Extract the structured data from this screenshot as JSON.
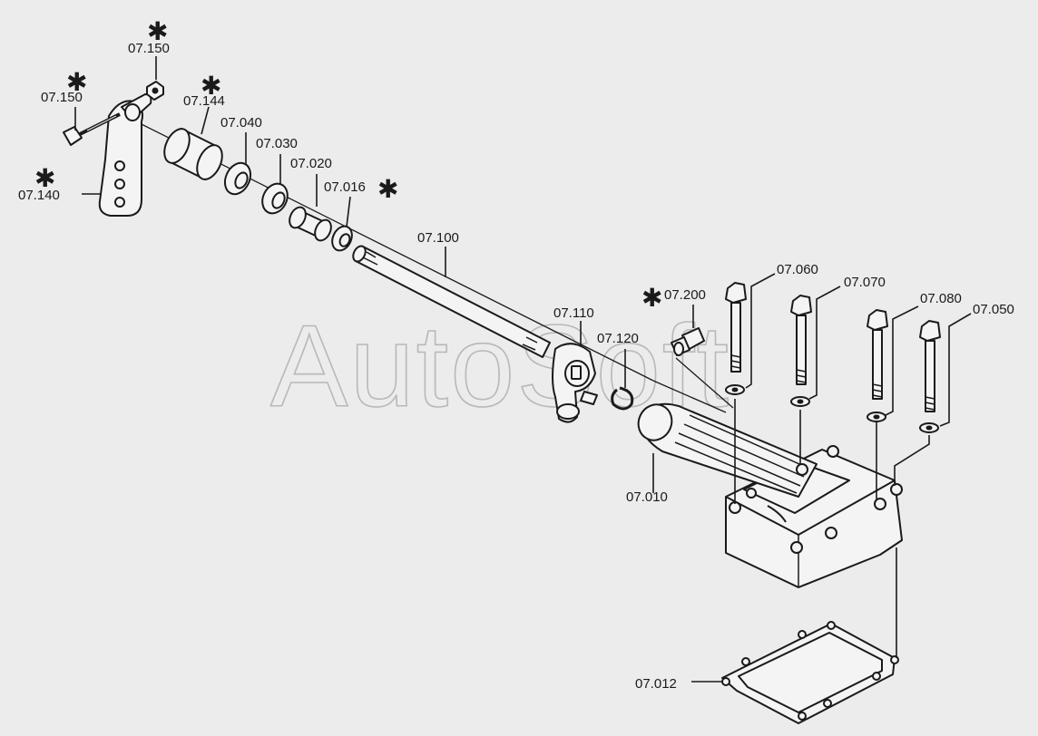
{
  "watermark": "AutoSoft",
  "asterisk_symbol": "✱",
  "labels": {
    "p07150a": "07.150",
    "p07150b": "07.150",
    "p07144": "07.144",
    "p07140": "07.140",
    "p07040": "07.040",
    "p07030": "07.030",
    "p07020": "07.020",
    "p07016": "07.016",
    "p07100": "07.100",
    "p07110": "07.110",
    "p07120": "07.120",
    "p07200": "07.200",
    "p07060": "07.060",
    "p07070": "07.070",
    "p07080": "07.080",
    "p07050": "07.050",
    "p07010": "07.010",
    "p07012": "07.012"
  }
}
